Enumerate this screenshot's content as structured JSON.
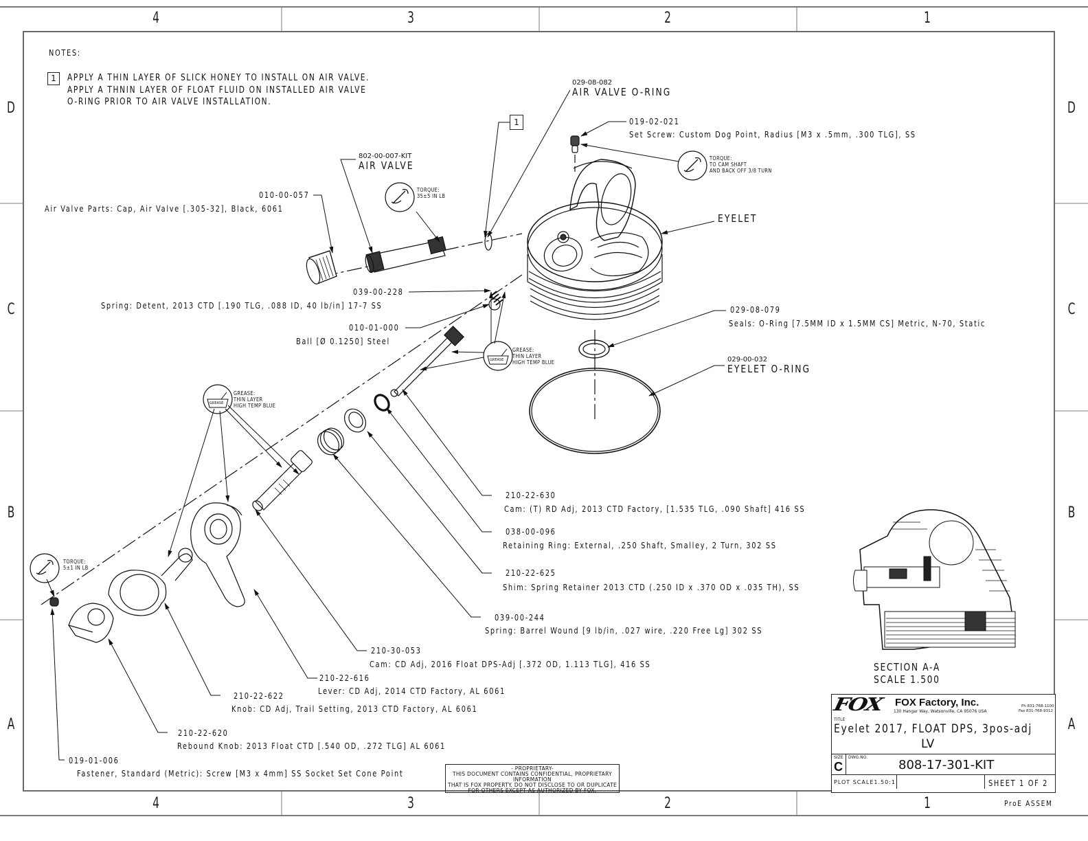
{
  "zones": {
    "columns": [
      "4",
      "3",
      "2",
      "1"
    ],
    "rows": [
      "D",
      "C",
      "B",
      "A"
    ]
  },
  "notes": {
    "heading": "NOTES:",
    "flag": "1",
    "lines": [
      "APPLY A THIN LAYER OF SLICK HONEY TO INSTALL ON AIR VALVE.",
      "APPLY A THNIN LAYER OF FLOAT FLUID ON INSTALLED AIR VALVE",
      "O-RING PRIOR TO AIR VALVE INSTALLATION."
    ]
  },
  "callouts": {
    "air_valve_oring": {
      "part": "029-08-082",
      "name": "AIR VALVE O-RING"
    },
    "air_valve": {
      "part": "802-00-007-KIT",
      "name": "AIR VALVE"
    },
    "eyelet_oring": {
      "part": "029-00-032",
      "name": "EYELET O-RING"
    },
    "eyelet": {
      "name": "EYELET"
    },
    "note_flag": "1"
  },
  "parts": [
    {
      "part": "019-02-021",
      "desc": "Set Screw: Custom Dog Point, Radius [M3 x .5mm, .300 TLG], SS"
    },
    {
      "part": "010-00-057",
      "desc": "Air Valve Parts: Cap, Air Valve [.305-32], Black, 6061"
    },
    {
      "part": "039-00-228",
      "desc": "Spring: Detent, 2013 CTD [.190 TLG, .088 ID, 40 lb/in] 17-7 SS"
    },
    {
      "part": "010-01-000",
      "desc": "Ball [Ø 0.1250] Steel"
    },
    {
      "part": "029-08-079",
      "desc": "Seals: O-Ring [7.5MM ID x 1.5MM CS] Metric, N-70, Static"
    },
    {
      "part": "210-22-630",
      "desc": "Cam: (T) RD Adj, 2013 CTD Factory, [1.535 TLG, .090 Shaft] 416 SS"
    },
    {
      "part": "038-00-096",
      "desc": "Retaining Ring: External, .250 Shaft, Smalley, 2 Turn, 302 SS"
    },
    {
      "part": "210-22-625",
      "desc": "Shim: Spring Retainer 2013 CTD (.250 ID x .370 OD x .035 TH), SS"
    },
    {
      "part": "039-00-244",
      "desc": "Spring: Barrel Wound [9 lb/in, .027 wire, .220 Free Lg] 302 SS"
    },
    {
      "part": "210-30-053",
      "desc": "Cam: CD Adj, 2016 Float DPS-Adj [.372 OD, 1.113 TLG], 416 SS"
    },
    {
      "part": "210-22-616",
      "desc": "Lever: CD Adj, 2014 CTD Factory, AL 6061"
    },
    {
      "part": "210-22-622",
      "desc": "Knob: CD Adj, Trail Setting, 2013 CTD Factory, AL 6061"
    },
    {
      "part": "210-22-620",
      "desc": "Rebound Knob: 2013 Float CTD [.540 OD, .272 TLG] AL 6061"
    },
    {
      "part": "019-01-006",
      "desc": "Fastener, Standard (Metric): Screw [M3 x 4mm] SS Socket Set Cone Point"
    }
  ],
  "torque_notes": [
    {
      "title": "TORQUE:",
      "lines": [
        "TO CAM SHAFT",
        "AND BACK OFF 3/8 TURN"
      ]
    },
    {
      "title": "TORQUE:",
      "lines": [
        "35±5 IN LB"
      ]
    },
    {
      "title": "TORQUE:",
      "lines": [
        "5±1 IN LB"
      ]
    }
  ],
  "grease_notes": [
    {
      "icon_label": "GREASE",
      "lines": [
        "GREASE:",
        "THIN LAYER",
        "HIGH TEMP BLUE"
      ]
    },
    {
      "icon_label": "GREASE",
      "lines": [
        "GREASE:",
        "THIN LAYER",
        "HIGH TEMP BLUE"
      ]
    }
  ],
  "section": {
    "title": "SECTION  A-A",
    "scale": "SCALE  1.500"
  },
  "proprietary": {
    "heading": "- PROPRIETARY-",
    "lines": [
      "THIS DOCUMENT CONTAINS CONFIDENTIAL, PROPRIETARY INFORMATION",
      "THAT IS FOX PROPERTY.  DO NOT DISCLOSE TO OR DUPLICATE",
      "FOR OTHERS EXCEPT AS AUTHORIZED BY FOX."
    ]
  },
  "title_block": {
    "logo_text": "FOX",
    "company": "FOX Factory, Inc.",
    "address": "130 Hangar Way, Watsonville, CA 95076 USA",
    "phone": "Ph 831-768-1100",
    "fax": "Fax 831-768-9312",
    "title_label": "TITLE",
    "title_line1": "Eyelet 2017, FLOAT DPS, 3pos-adj",
    "title_line2": "LV",
    "size_label": "SIZE",
    "size": "C",
    "dwg_label": "DWG.NO.",
    "dwg_no": "808-17-301-KIT",
    "plot_scale": "PLOT SCALE1.50:1",
    "sheet": "SHEET 1 OF 2",
    "footer": "ProE ASSEM"
  },
  "colors": {
    "line": "#222222",
    "paper": "#ffffff",
    "border": "#7a7a7a"
  }
}
